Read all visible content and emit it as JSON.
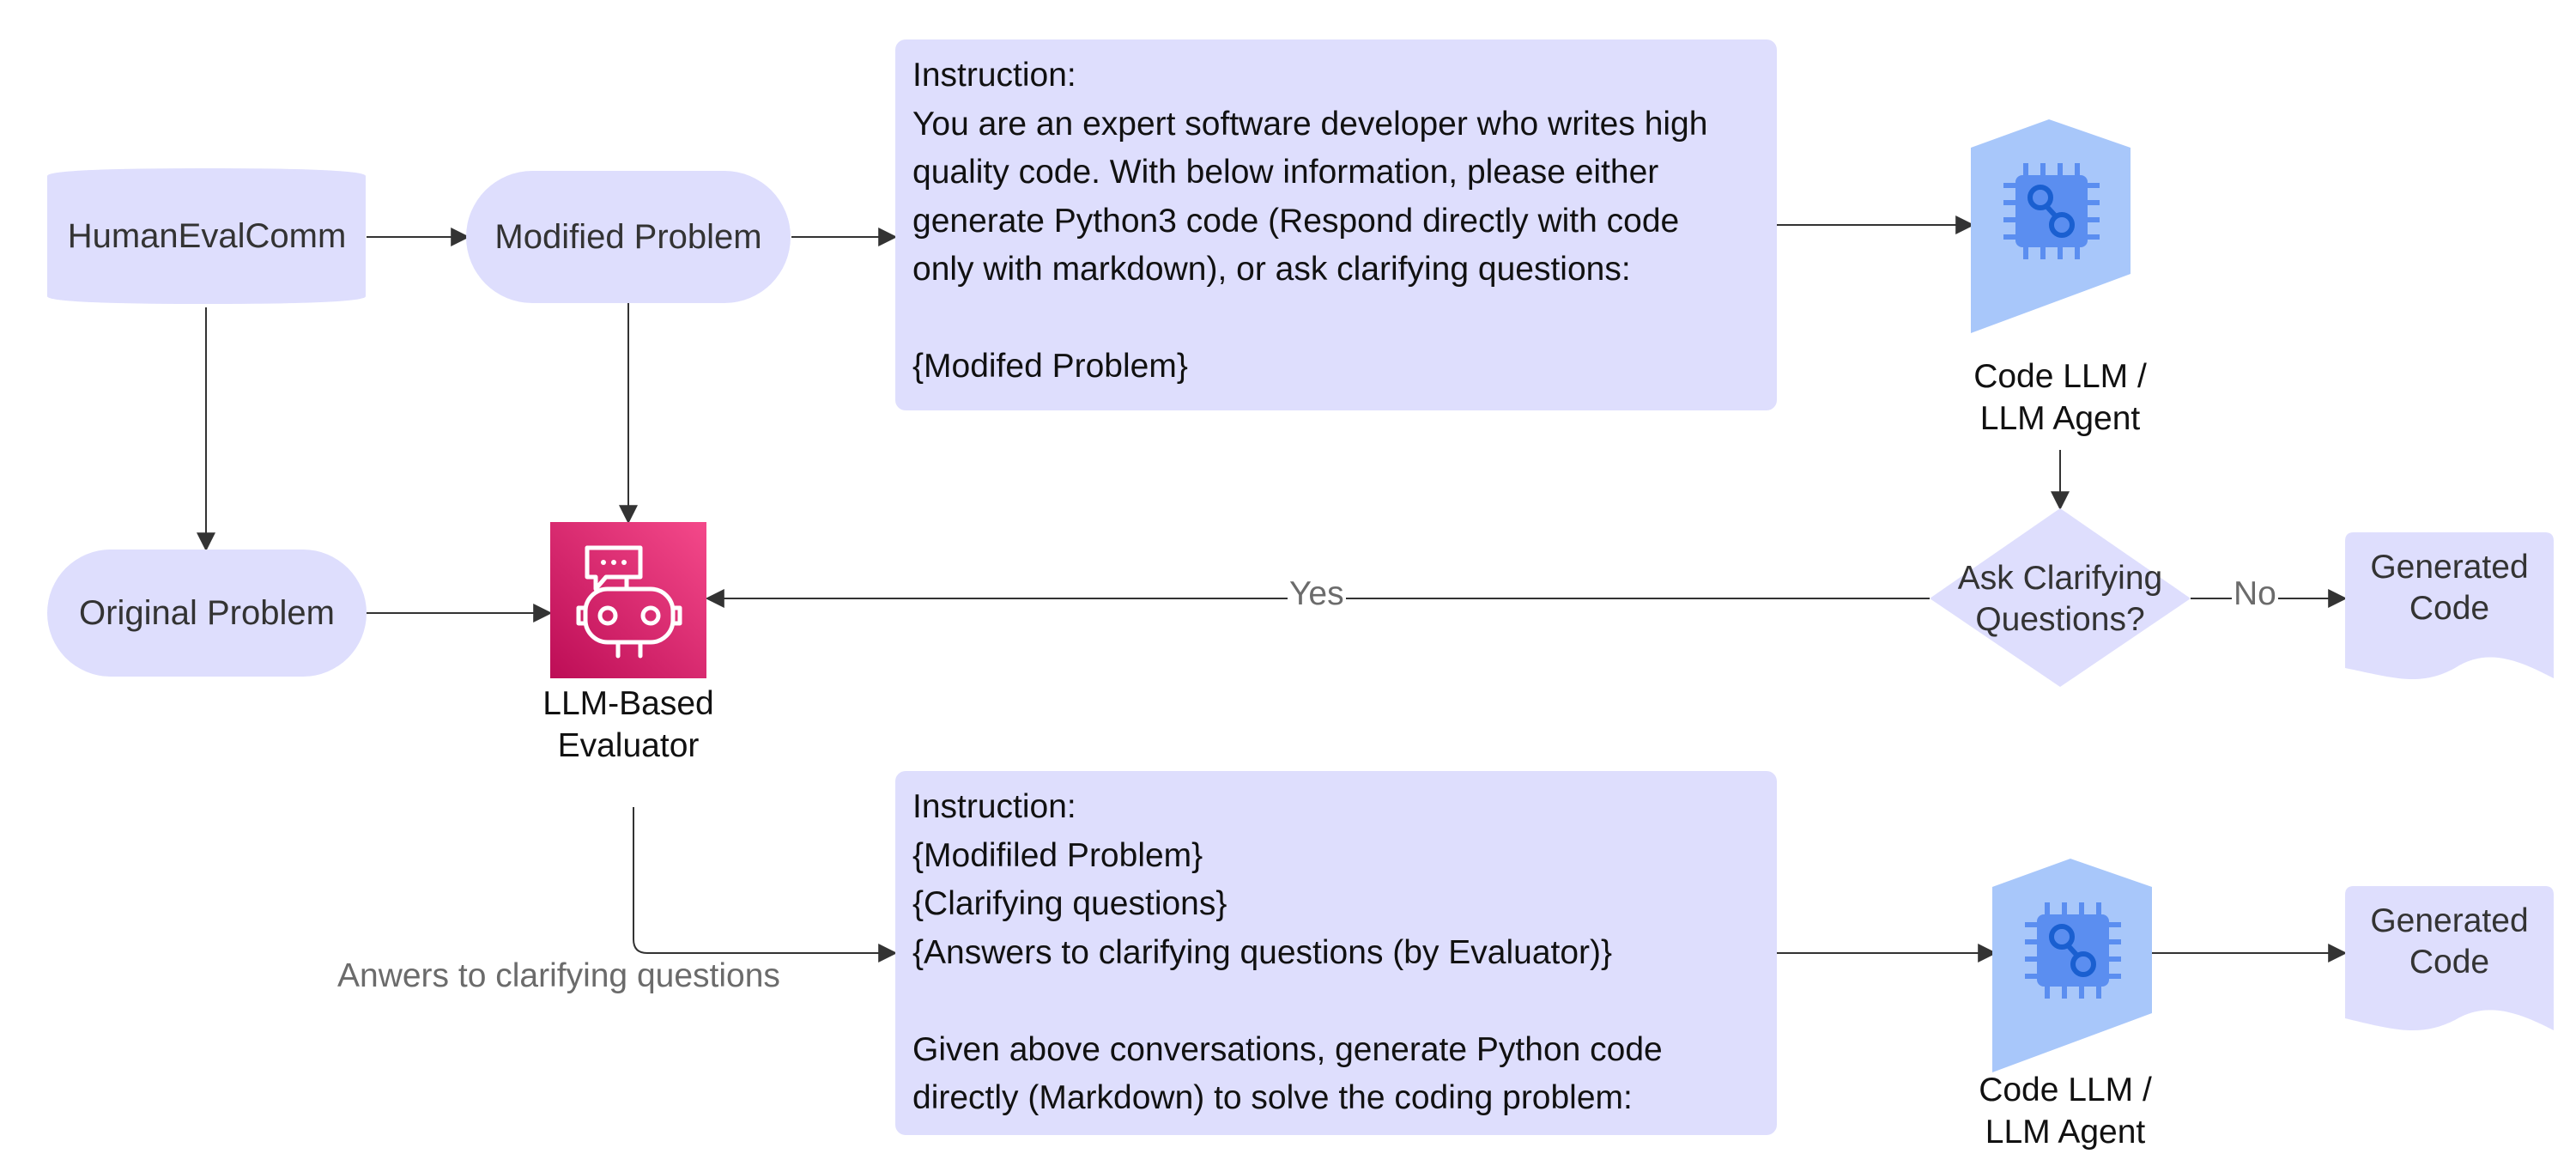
{
  "colors": {
    "node_fill": "#dedefd",
    "edge": "#333333",
    "evaluator_gradient": [
      "#bd0d56",
      "#f4498a"
    ],
    "chip_hex": "#a8c7fa",
    "chip_body": "#5b8ef0",
    "chip_accent": "#1a5fd0"
  },
  "nodes": {
    "source": "HumanEvalComm",
    "modified_problem": "Modified Problem",
    "original_problem": "Original Problem",
    "evaluator_label": "LLM-Based\nEvaluator",
    "code_llm_top_label": "Code LLM /\nLLM Agent",
    "code_llm_bottom_label": "Code LLM /\nLLM Agent",
    "decision": "Ask Clarifying\nQuestions?",
    "generated_code_top": "Generated\nCode",
    "generated_code_bottom": "Generated\nCode"
  },
  "prompts": {
    "top": [
      "Instruction:",
      "You are an expert software developer who writes high",
      "quality code. With below information, please either",
      "generate Python3 code (Respond directly with code",
      "only with markdown), or ask clarifying questions:",
      "",
      "{Modifed Problem}"
    ],
    "bottom": [
      "Instruction:",
      "{Modifiled Problem}",
      "{Clarifying questions}",
      "{Answers to clarifying questions (by Evaluator)}",
      "",
      "Given above conversations, generate Python code",
      "directly (Markdown) to solve the coding problem:"
    ]
  },
  "edge_labels": {
    "yes": "Yes",
    "no": "No",
    "answers": "Anwers to clarifying questions"
  },
  "icons": {
    "evaluator": "robot-chat-icon",
    "code_llm": "ai-chip-icon"
  }
}
